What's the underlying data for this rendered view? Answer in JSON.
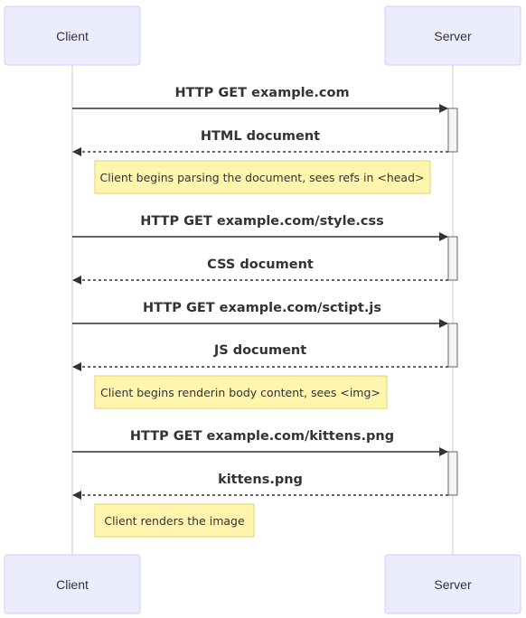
{
  "actors": {
    "client": "Client",
    "server": "Server"
  },
  "messages": [
    {
      "from": "client",
      "to": "server",
      "style": "solid",
      "text": "HTTP GET example.com"
    },
    {
      "from": "server",
      "to": "client",
      "style": "dashed",
      "text": "HTML document"
    },
    {
      "from": "client",
      "to": "server",
      "style": "solid",
      "text": "HTTP GET example.com/style.css"
    },
    {
      "from": "server",
      "to": "client",
      "style": "dashed",
      "text": "CSS document"
    },
    {
      "from": "client",
      "to": "server",
      "style": "solid",
      "text": "HTTP GET example.com/sctipt.js"
    },
    {
      "from": "server",
      "to": "client",
      "style": "dashed",
      "text": "JS document"
    },
    {
      "from": "client",
      "to": "server",
      "style": "solid",
      "text": "HTTP GET example.com/kittens.png"
    },
    {
      "from": "server",
      "to": "client",
      "style": "dashed",
      "text": "kittens.png"
    }
  ],
  "notes": [
    {
      "text": "Client begins parsing the document, sees refs in <head>"
    },
    {
      "text": "Client begins renderin body content, sees <img>"
    },
    {
      "text": "Client renders the image"
    }
  ],
  "colors": {
    "actor_fill": "#ececff",
    "actor_stroke": "#ccccff",
    "note_fill": "#fff5ad",
    "note_stroke": "#e0d26b",
    "line": "#333333"
  }
}
